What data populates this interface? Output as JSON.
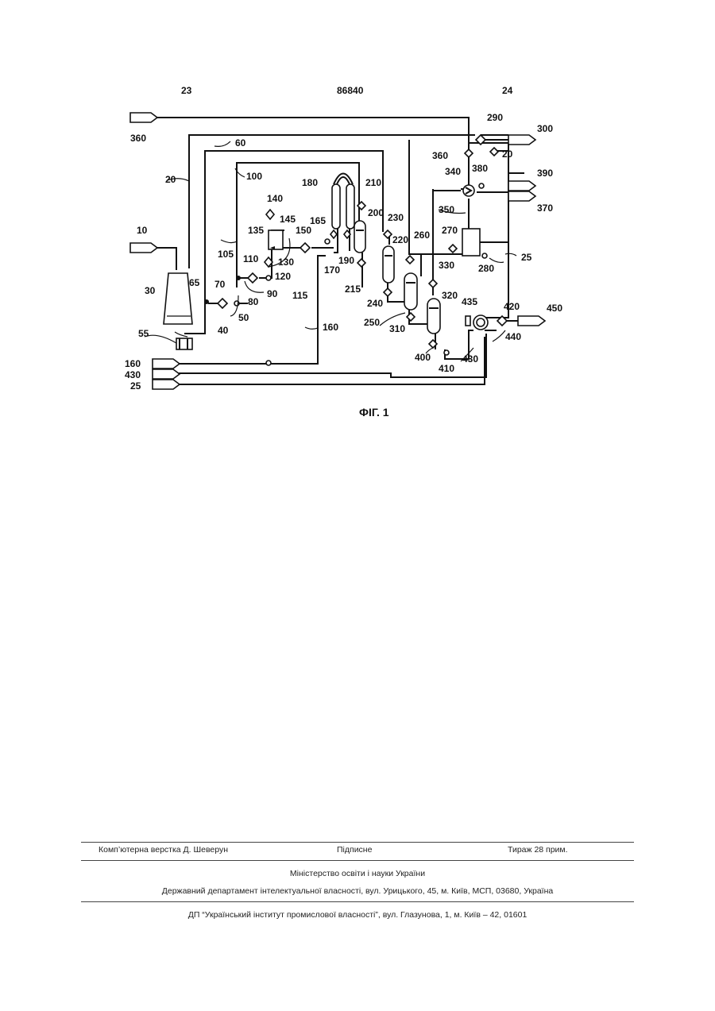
{
  "header": {
    "page_left": "23",
    "patent_number": "86840",
    "page_right": "24"
  },
  "figure": {
    "caption": "ФІГ. 1",
    "labels": {
      "l360a": "360",
      "l290": "290",
      "l300": "300",
      "l60": "60",
      "l360b": "360",
      "l20a": "20",
      "l20b": "20",
      "l100": "100",
      "l340": "340",
      "l380": "380",
      "l390": "390",
      "l180": "180",
      "l210": "210",
      "l140": "140",
      "l370": "370",
      "l350": "350",
      "l145": "145",
      "l165": "165",
      "l230": "230",
      "l200": "200",
      "l10": "10",
      "l135": "135",
      "l150": "150",
      "l260": "260",
      "l270": "270",
      "l220": "220",
      "l105": "105",
      "l110": "110",
      "l25a": "25",
      "l130": "130",
      "l190": "190",
      "l170": "170",
      "l330": "330",
      "l280": "280",
      "l120": "120",
      "l215": "215",
      "l30": "30",
      "l65": "65",
      "l90": "90",
      "l70": "70",
      "l80": "80",
      "l115": "115",
      "l320": "320",
      "l240": "240",
      "l435": "435",
      "l420": "420",
      "l450": "450",
      "l50": "50",
      "l250": "250",
      "l40": "40",
      "l160a": "160",
      "l310": "310",
      "l440": "440",
      "l55": "55",
      "l400": "400",
      "l430a": "430",
      "l410": "410",
      "l160b": "160",
      "l430b": "430",
      "l25b": "25"
    }
  },
  "footer": {
    "layout": "Комп’ютерна верстка Д. Шеверун",
    "signature": "Підписне",
    "circulation": "Тираж 28 прим.",
    "ministry": "Міністерство освіти і науки України",
    "department": "Державний департамент інтелектуальної власності, вул. Урицького, 45, м. Київ, МСП, 03680, Україна",
    "institute": "ДП “Український інститут промислової власності”, вул. Глазунова, 1, м. Київ – 42, 01601"
  }
}
